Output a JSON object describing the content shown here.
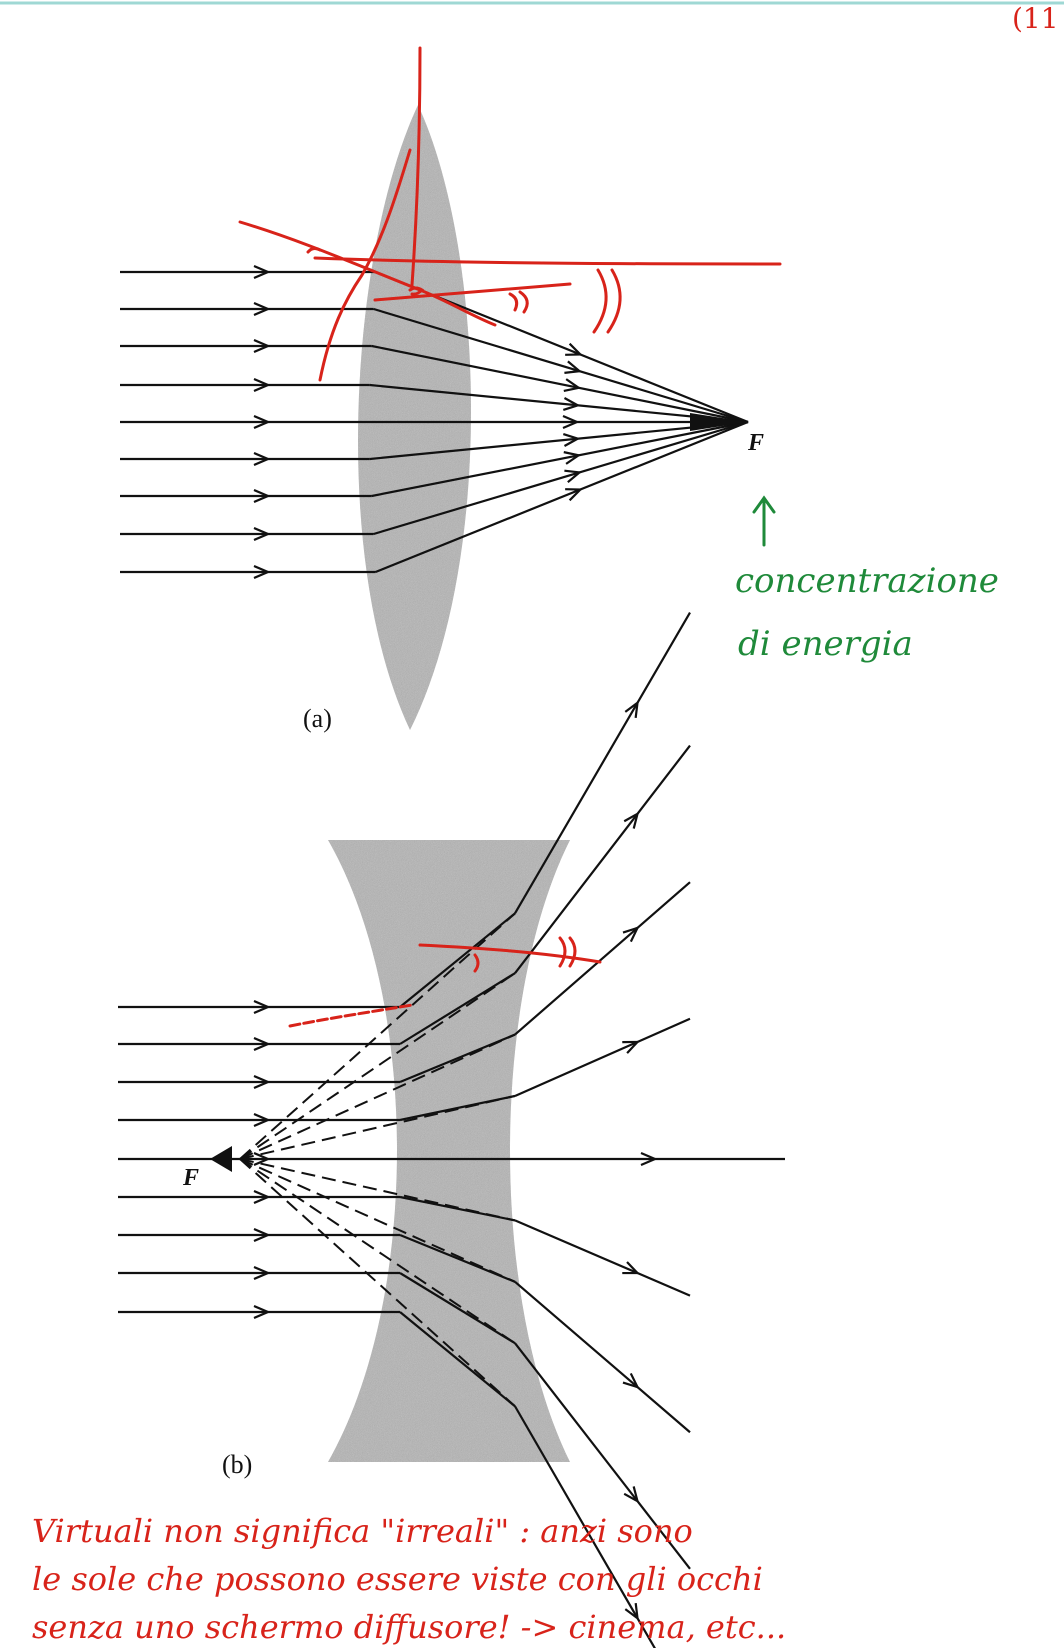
{
  "page_mark": "(11",
  "figure_a": {
    "caption": "(a)",
    "focal_label": "F",
    "annotation_line1": "concentrazione",
    "annotation_line2": "di energia"
  },
  "figure_b": {
    "caption": "(b)",
    "focal_label": "F"
  },
  "footnote": {
    "line1": "Virtuali non significa \"irreali\" : anzi sono",
    "line2": "le sole che possono essere viste con gli occhi",
    "line3": "senza uno schermo diffusore! -> cinema, etc..."
  },
  "colors": {
    "ray": "#111111",
    "lens_fill": "#b4b4b4",
    "annotation_red": "#d8231a",
    "annotation_green": "#1f8a3a"
  },
  "icons": {
    "focus_a": "converging-focus-triangle",
    "focus_b": "virtual-focus-triangle",
    "annotation_arrow": "up-arrow-icon"
  }
}
